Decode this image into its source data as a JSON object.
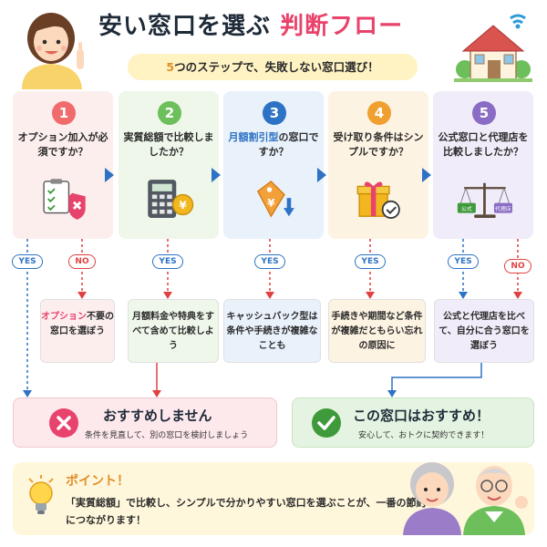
{
  "header": {
    "title": "安い窓口を選ぶ",
    "title_accent": "判断フロー",
    "subtitle_num": "5",
    "subtitle": "つのステップで、失敗しない窓口選び！",
    "accent_color": "#e8436c"
  },
  "steps": [
    {
      "num": "1",
      "question": "オプション加入が必須ですか？",
      "color": "#f06c6c",
      "bg": "#fdeeee",
      "icon": "checklist-shield-icon"
    },
    {
      "num": "2",
      "question": "実質総額で比較しましたか？",
      "color": "#6cbf5a",
      "bg": "#eef7ea",
      "icon": "calculator-yen-icon"
    },
    {
      "num": "3",
      "question_accent": "月額割引型",
      "question": "の窓口ですか？",
      "color": "#2d72c4",
      "bg": "#e9f1fb",
      "icon": "price-tag-down-icon"
    },
    {
      "num": "4",
      "question": "受け取り条件はシンプルですか？",
      "color": "#f0a030",
      "bg": "#fdf3e2",
      "icon": "gift-check-icon"
    },
    {
      "num": "5",
      "question": "公式窓口と代理店を比較しましたか？",
      "color": "#8a6cc4",
      "bg": "#f1ecf9",
      "icon": "balance-scale-icon",
      "scale_left": "公式",
      "scale_right": "代理店"
    }
  ],
  "pills": {
    "yes": "YES",
    "no": "NO"
  },
  "results": [
    {
      "accent": "オプション",
      "text": "不要の窓口を選ぼう",
      "bg": "#fdeeee"
    },
    {
      "text": "月額料金や特典をすべて含めて比較しよう",
      "bg": "#eef7ea"
    },
    {
      "text": "キャッシュバック型は条件や手続きが複雑なことも",
      "bg": "#e9f1fb"
    },
    {
      "text": "手続きや期間など条件が複雑だともらい忘れの原因に",
      "bg": "#fdf3e2"
    },
    {
      "text": "公式と代理店を比べて、自分に合う窓口を選ぼう",
      "bg": "#f1ecf9"
    }
  ],
  "outcomes": {
    "bad_title": "おすすめしません",
    "bad_sub": "条件を見直して、別の窓口を検討しましょう",
    "good_title": "この窓口はおすすめ！",
    "good_sub": "安心して、おトクに契約できます！"
  },
  "point": {
    "title": "ポイント！",
    "text": "「実質総額」で比較し、シンプルで分かりやすい窓口を選ぶことが、一番の節約につながります！"
  }
}
